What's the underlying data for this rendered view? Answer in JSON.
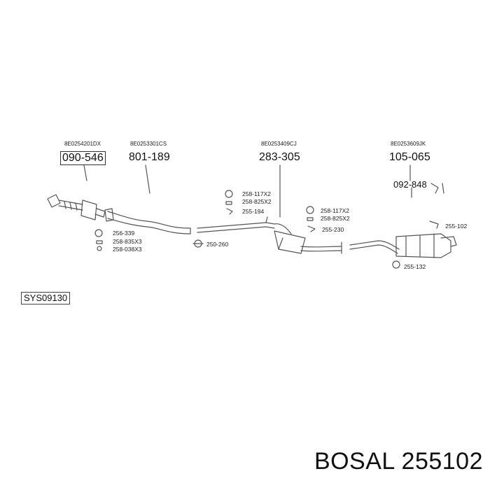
{
  "ref_codes": {
    "front_pipe": "8E0254201DX",
    "intermediate_pipe": "8E0253301CS",
    "center_muffler": "8E0253409CJ",
    "rear_muffler": "8E0253609JK"
  },
  "part_numbers": {
    "front_pipe": "090-546",
    "intermediate_pipe": "801-189",
    "center_muffler": "283-305",
    "rear_muffler": "105-065",
    "rear_hanger": "092-848"
  },
  "hardware_labels": {
    "gasket_a": "256-339",
    "bolt_a": "258-835X3",
    "nut_a": "258-038X3",
    "clamp_a": "250-260",
    "ring_1": "258-117X2",
    "bolt_1": "258-825X2",
    "mount_1": "255-194",
    "ring_2": "258-117X2",
    "bolt_2": "258-825X2",
    "mount_2": "255-230",
    "mount_3": "255-102",
    "mount_4": "255-132"
  },
  "system_code": "SYS09130",
  "footer": {
    "brand": "BOSAL",
    "part": "255102"
  }
}
